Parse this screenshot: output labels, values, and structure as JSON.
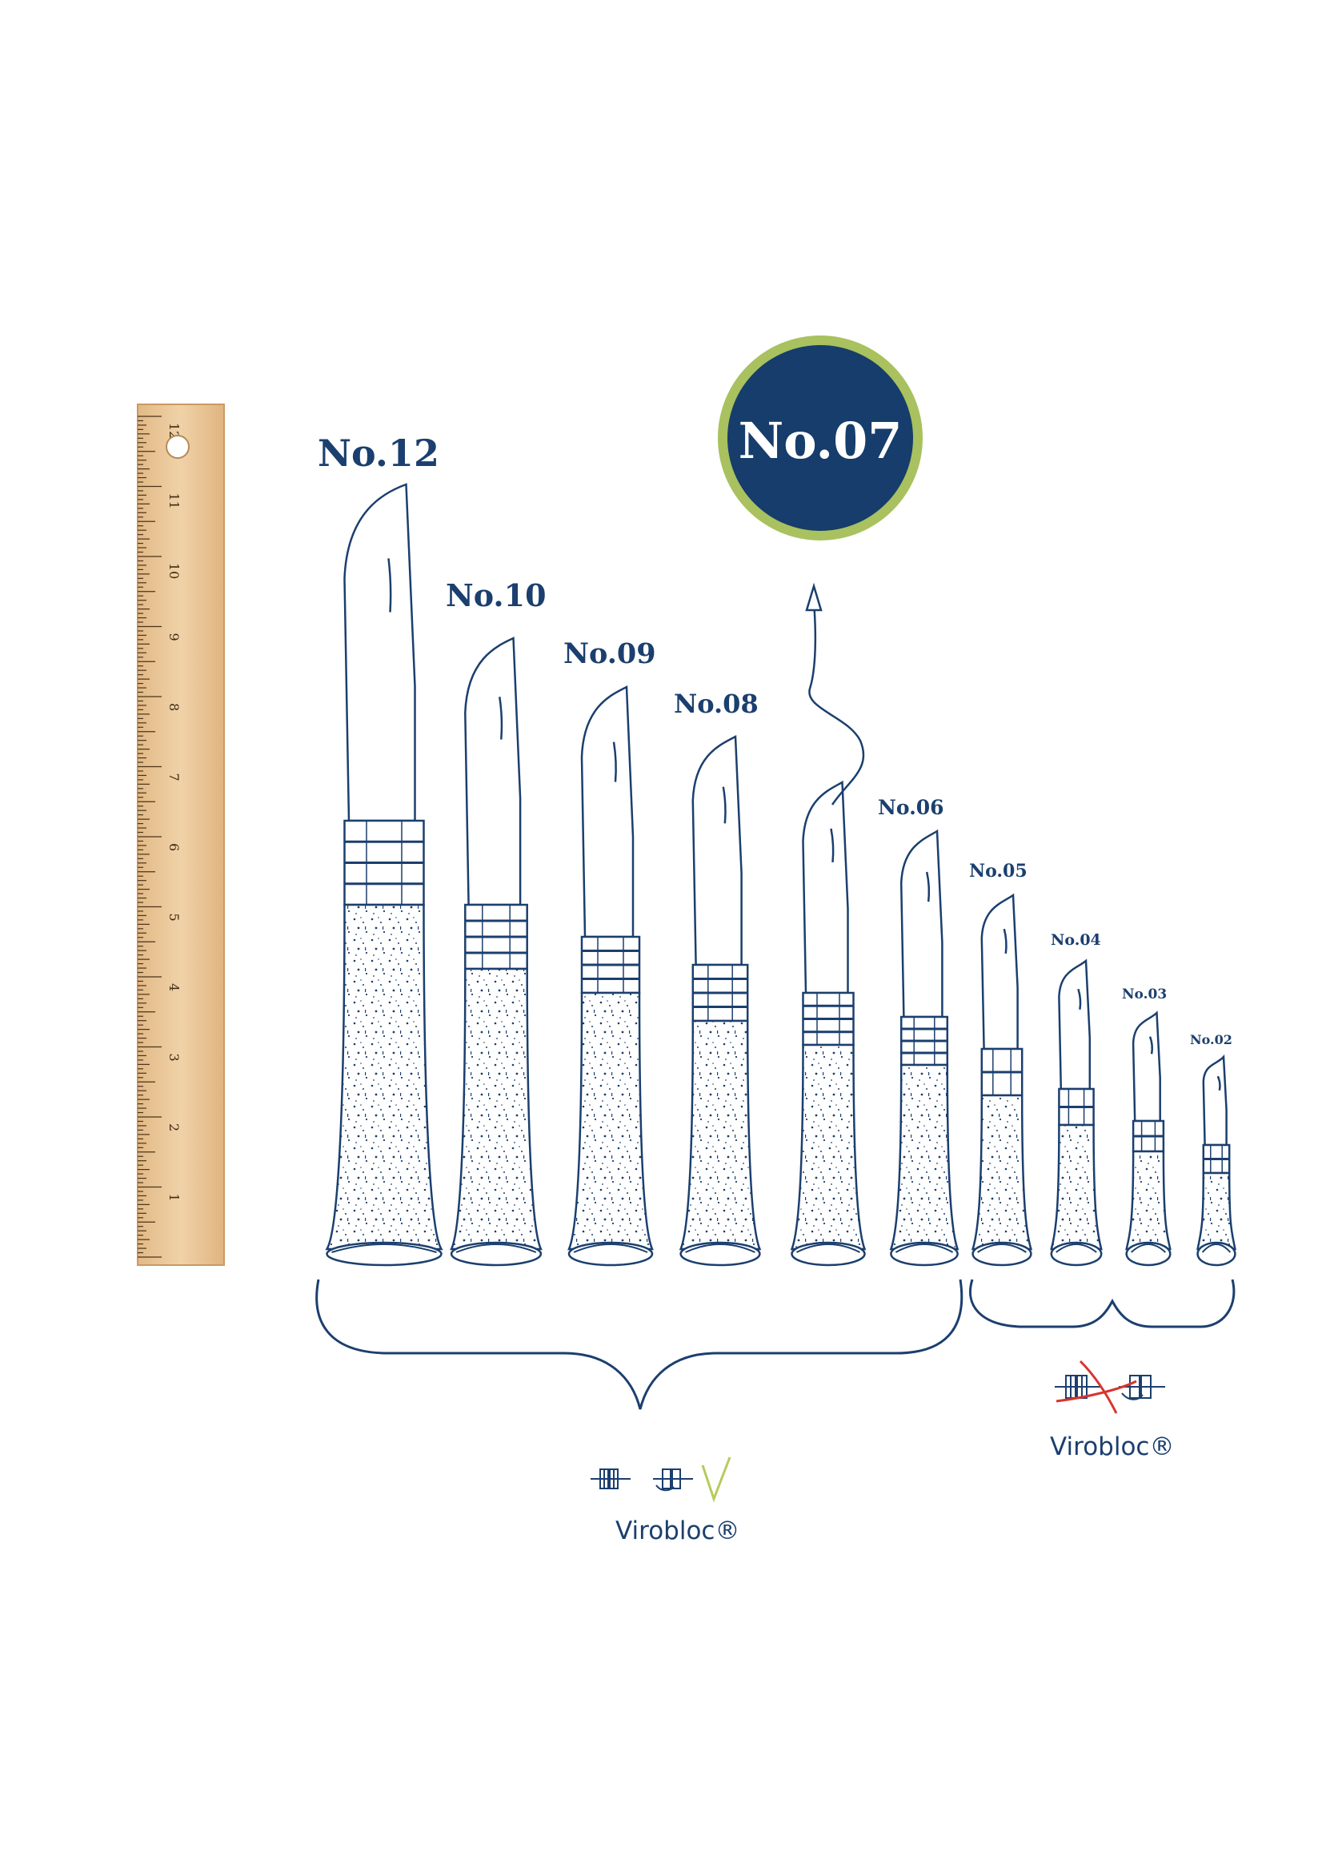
{
  "colors": {
    "ink": "#1b3f6e",
    "highlight_fill": "#163d6b",
    "highlight_ring": "#a9c15f",
    "wood": "#ebc79a",
    "check": "#b5cc5c",
    "cross": "#d8342e"
  },
  "ruler": {
    "numbers": [
      "1",
      "2",
      "3",
      "4",
      "5",
      "6",
      "7",
      "8",
      "9",
      "10",
      "11",
      "12"
    ]
  },
  "knives": [
    {
      "label": "No.12"
    },
    {
      "label": "No.10"
    },
    {
      "label": "No.09"
    },
    {
      "label": "No.08"
    },
    {
      "label": "No.07"
    },
    {
      "label": "No.06"
    },
    {
      "label": "No.05"
    },
    {
      "label": "No.04"
    },
    {
      "label": "No.03"
    },
    {
      "label": "No.02"
    }
  ],
  "highlight": {
    "label": "No.07"
  },
  "groups": [
    {
      "brand": "Virobloc®",
      "icon": "virobloc-check-icon"
    },
    {
      "brand": "Virobloc®",
      "icon": "virobloc-crossed-icon"
    }
  ]
}
